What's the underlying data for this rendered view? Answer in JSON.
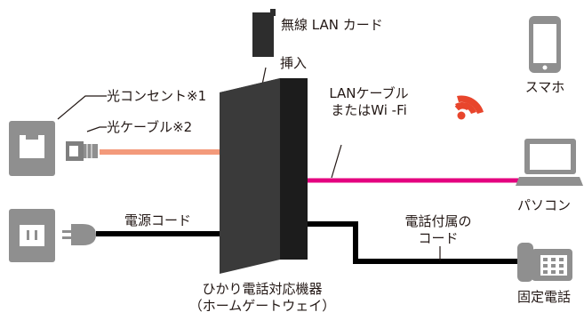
{
  "labels": {
    "wireless_card": "無線 LAN カード",
    "insert": "挿入",
    "optical_outlet": "光コンセント※1",
    "optical_cable": "光ケーブル※2",
    "power_cord": "電源コード",
    "lan_cable_line1": "LANケーブル",
    "lan_cable_line2": "またはWi -Fi",
    "smartphone": "スマホ",
    "pc": "パソコン",
    "phone_cord_line1": "電話付属の",
    "phone_cord_line2": "コード",
    "landline": "固定電話",
    "device_line1": "ひかり電話対応機器",
    "device_line2": "（ホームゲートウェイ）"
  },
  "colors": {
    "optical_cable": "#f39a7b",
    "lan_cable": "#e4007f",
    "wifi": "#e8452c",
    "device_front": "#3a3a3a",
    "device_side": "#1c1c1c",
    "fixture_gray": "#8f8f8f",
    "black_cable": "#000000"
  },
  "icons": [
    "wireless-lan-card-icon",
    "optical-outlet-icon",
    "optical-connector-icon",
    "power-outlet-icon",
    "power-plug-icon",
    "smartphone-icon",
    "wifi-icon",
    "laptop-icon",
    "telephone-icon"
  ]
}
